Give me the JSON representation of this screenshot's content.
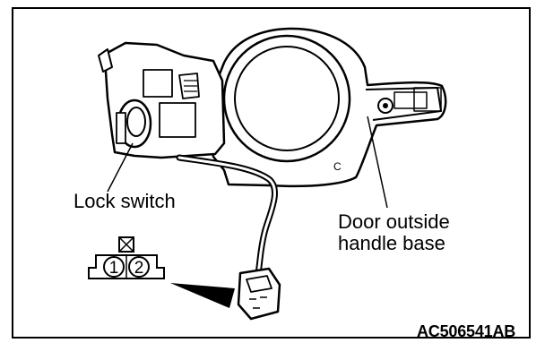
{
  "labels": {
    "lock_switch": "Lock switch",
    "door_handle_base_line1": "Door outside",
    "door_handle_base_line2": "handle base",
    "figure_code": "AC506541AB"
  },
  "connector": {
    "pin_1": "1",
    "pin_2": "2"
  },
  "colors": {
    "line": "#000000",
    "background": "#ffffff"
  }
}
